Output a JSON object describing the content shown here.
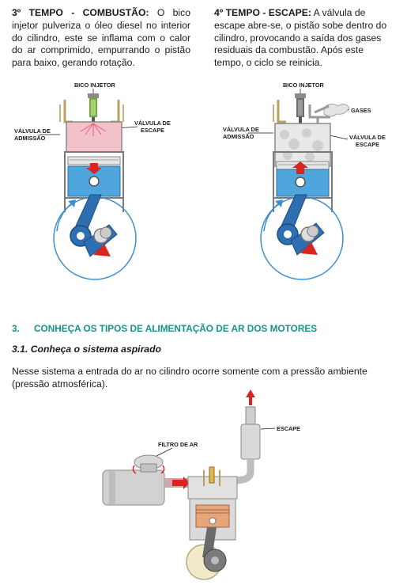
{
  "stage3": {
    "title": "3º TEMPO - COMBUSTÃO:",
    "text": " O bico injetor pulveriza o óleo diesel no interior do cilindro, este se inflama com o calor do ar comprimido, empurrando o pistão para baixo, gerando rotação."
  },
  "stage4": {
    "title": "4º TEMPO - ESCAPE:",
    "text": " A válvula de escape abre-se, o pistão sobe dentro do cilindro, provocando a saída dos gases residuais da combustão. Após este tempo, o ciclo se reinicia."
  },
  "diagram_combustion": {
    "injector_label": "BICO INJETOR",
    "intake_label_1": "VÁLVULA DE",
    "intake_label_2": "ADMISSÃO",
    "exhaust_label_1": "VÁLVULA DE",
    "exhaust_label_2": "ESCAPE"
  },
  "diagram_exhaust": {
    "injector_label": "BICO INJETOR",
    "gases_label": "GASES",
    "intake_label_1": "VÁLVULA DE",
    "intake_label_2": "ADMISSÃO",
    "exhaust_label_1": "VÁLVULA DE",
    "exhaust_label_2": "ESCAPE"
  },
  "section": {
    "number": "3.",
    "title": "CONHEÇA OS TIPOS DE ALIMENTAÇÃO DE AR DOS MOTORES",
    "color": "#16948a"
  },
  "subsection": {
    "title": "3.1. Conheça o sistema aspirado"
  },
  "paragraph": "Nesse sistema a entrada do ar no cilindro ocorre somente com a pressão ambiente (pressão atmosférica).",
  "diagram_aspirated": {
    "filter_label": "FILTRO DE AR",
    "exhaust_label": "ESCAPE"
  }
}
